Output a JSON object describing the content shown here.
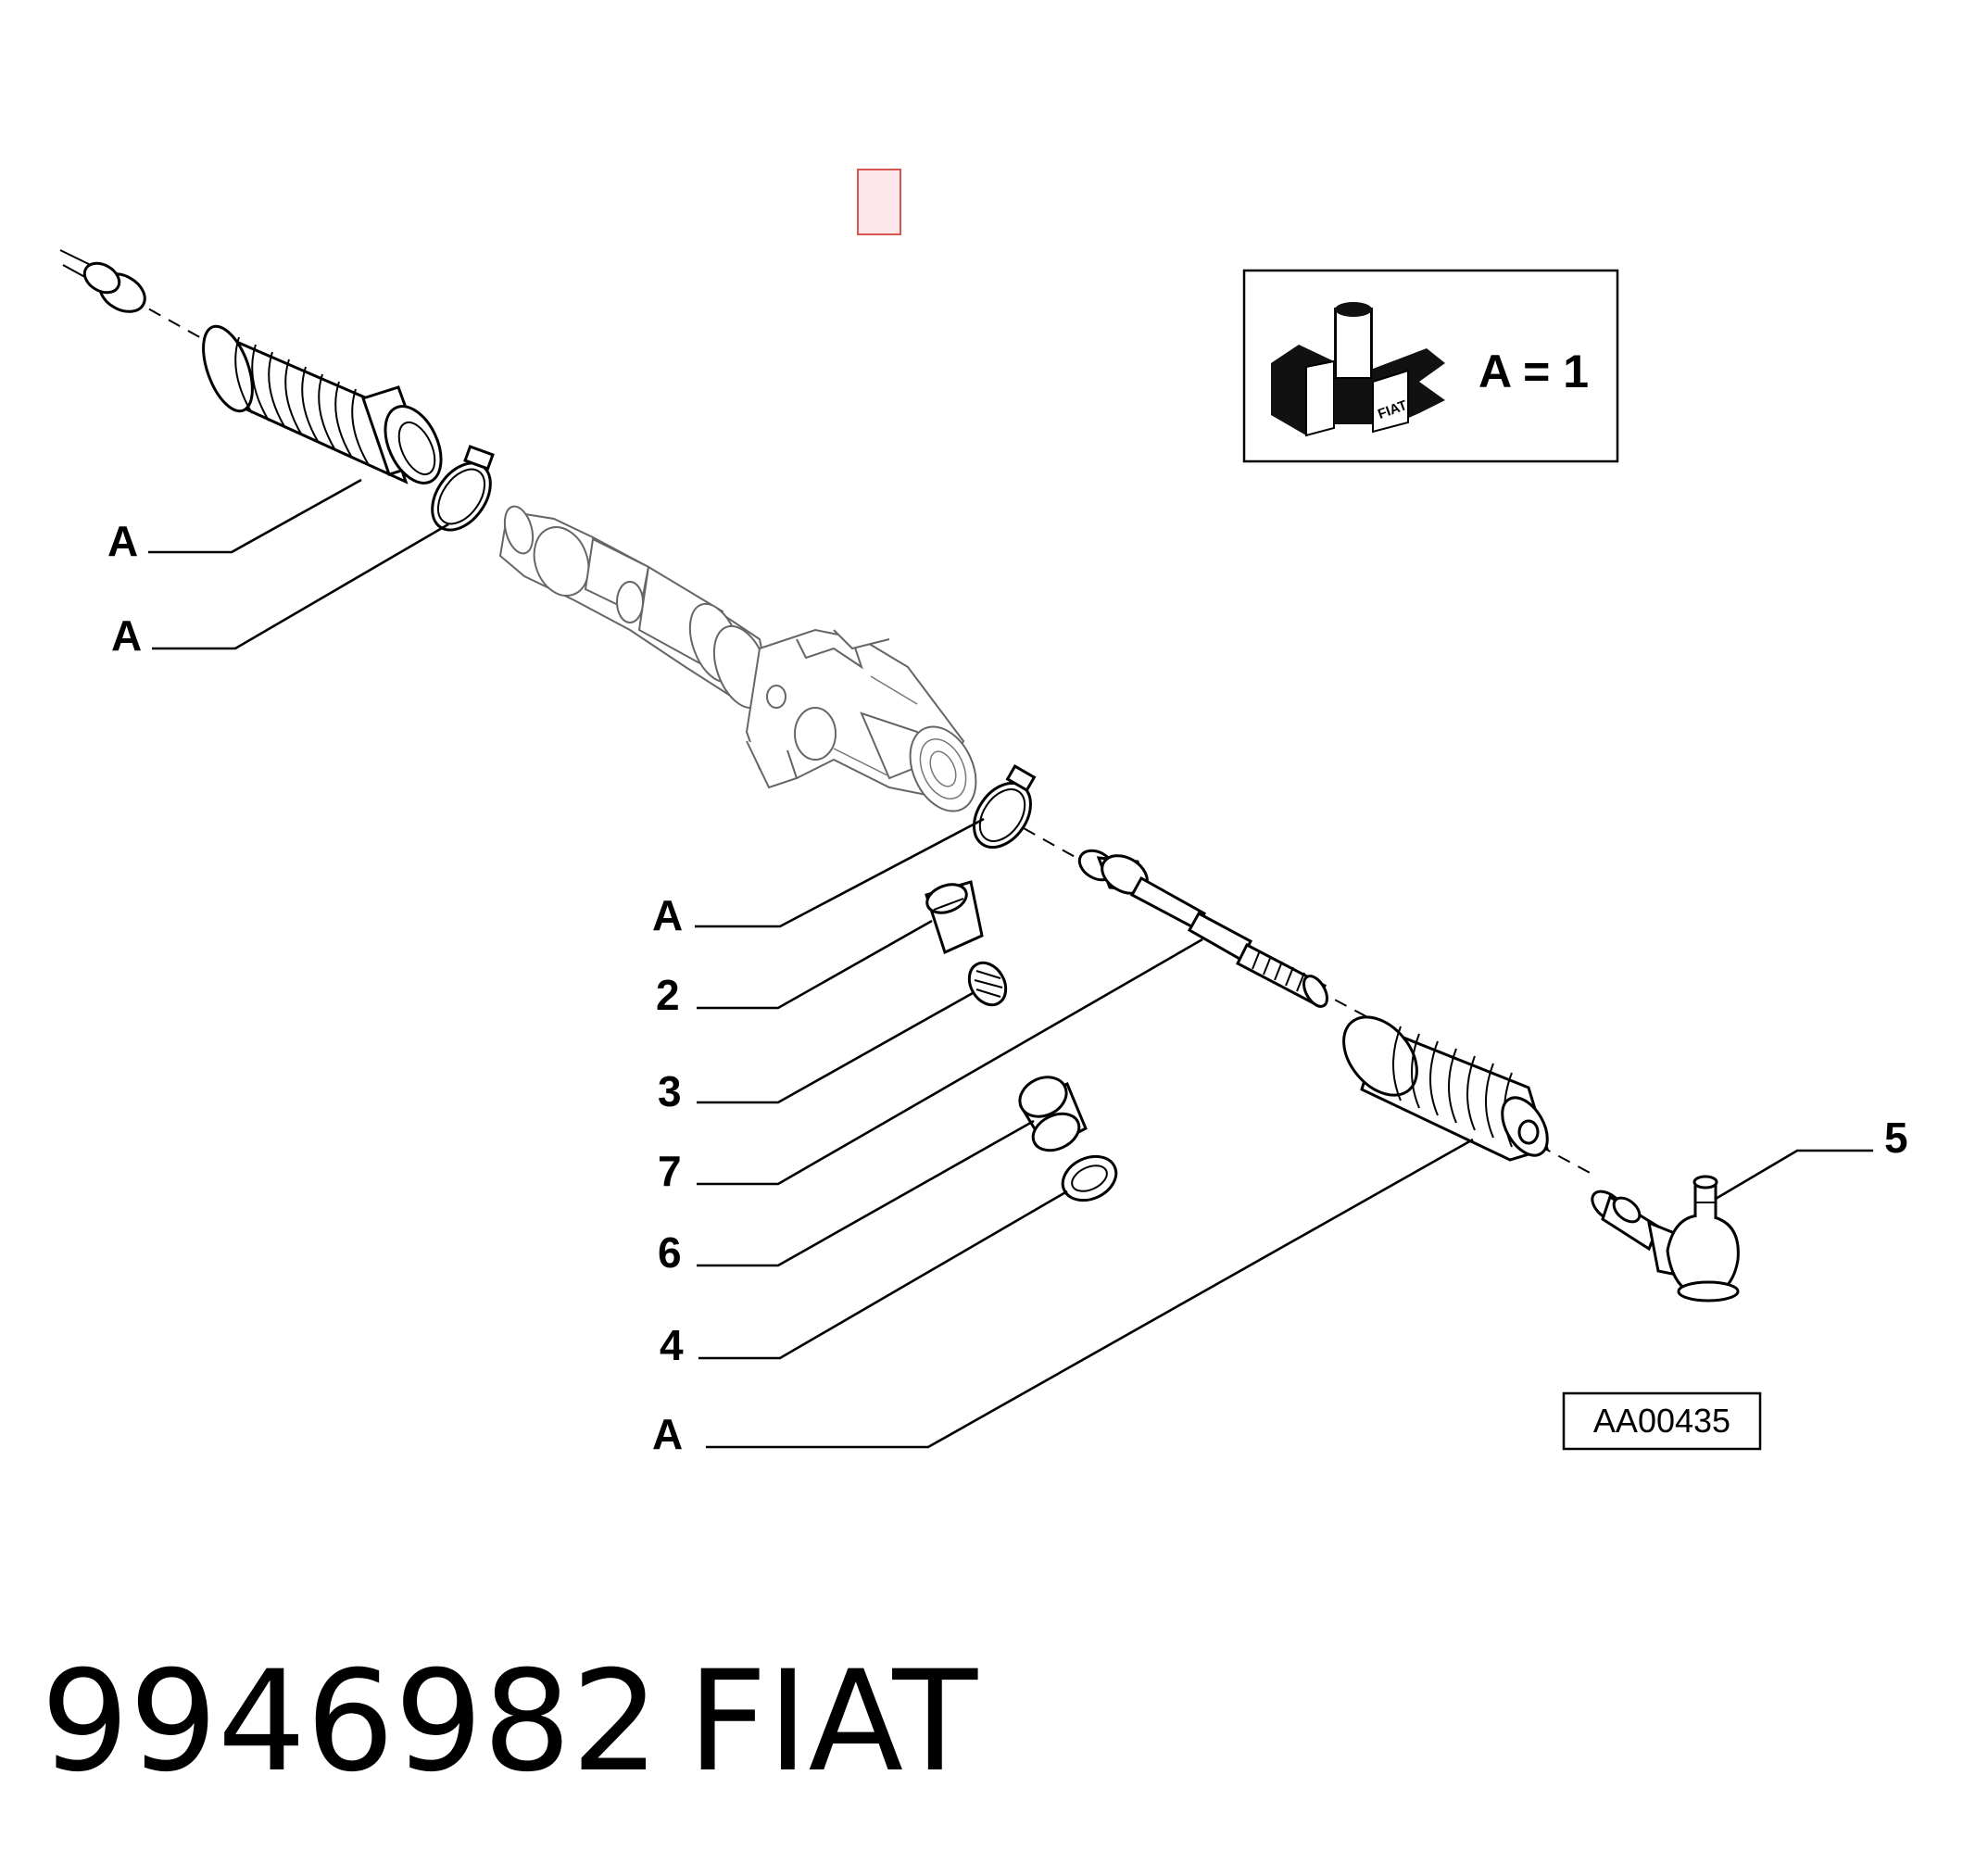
{
  "diagram": {
    "callouts": {
      "a1": "A",
      "a2": "A",
      "a3": "A",
      "c2": "2",
      "c3": "3",
      "c7": "7",
      "c6": "6",
      "c4": "4",
      "a4": "A",
      "c5": "5"
    },
    "legend": {
      "text": "A = 1",
      "logo_word": "FIAT"
    },
    "reference_code": "AA00435",
    "highlight_color": "#d9534f"
  },
  "footer": {
    "part_number": "9946982",
    "brand": "FIAT"
  }
}
